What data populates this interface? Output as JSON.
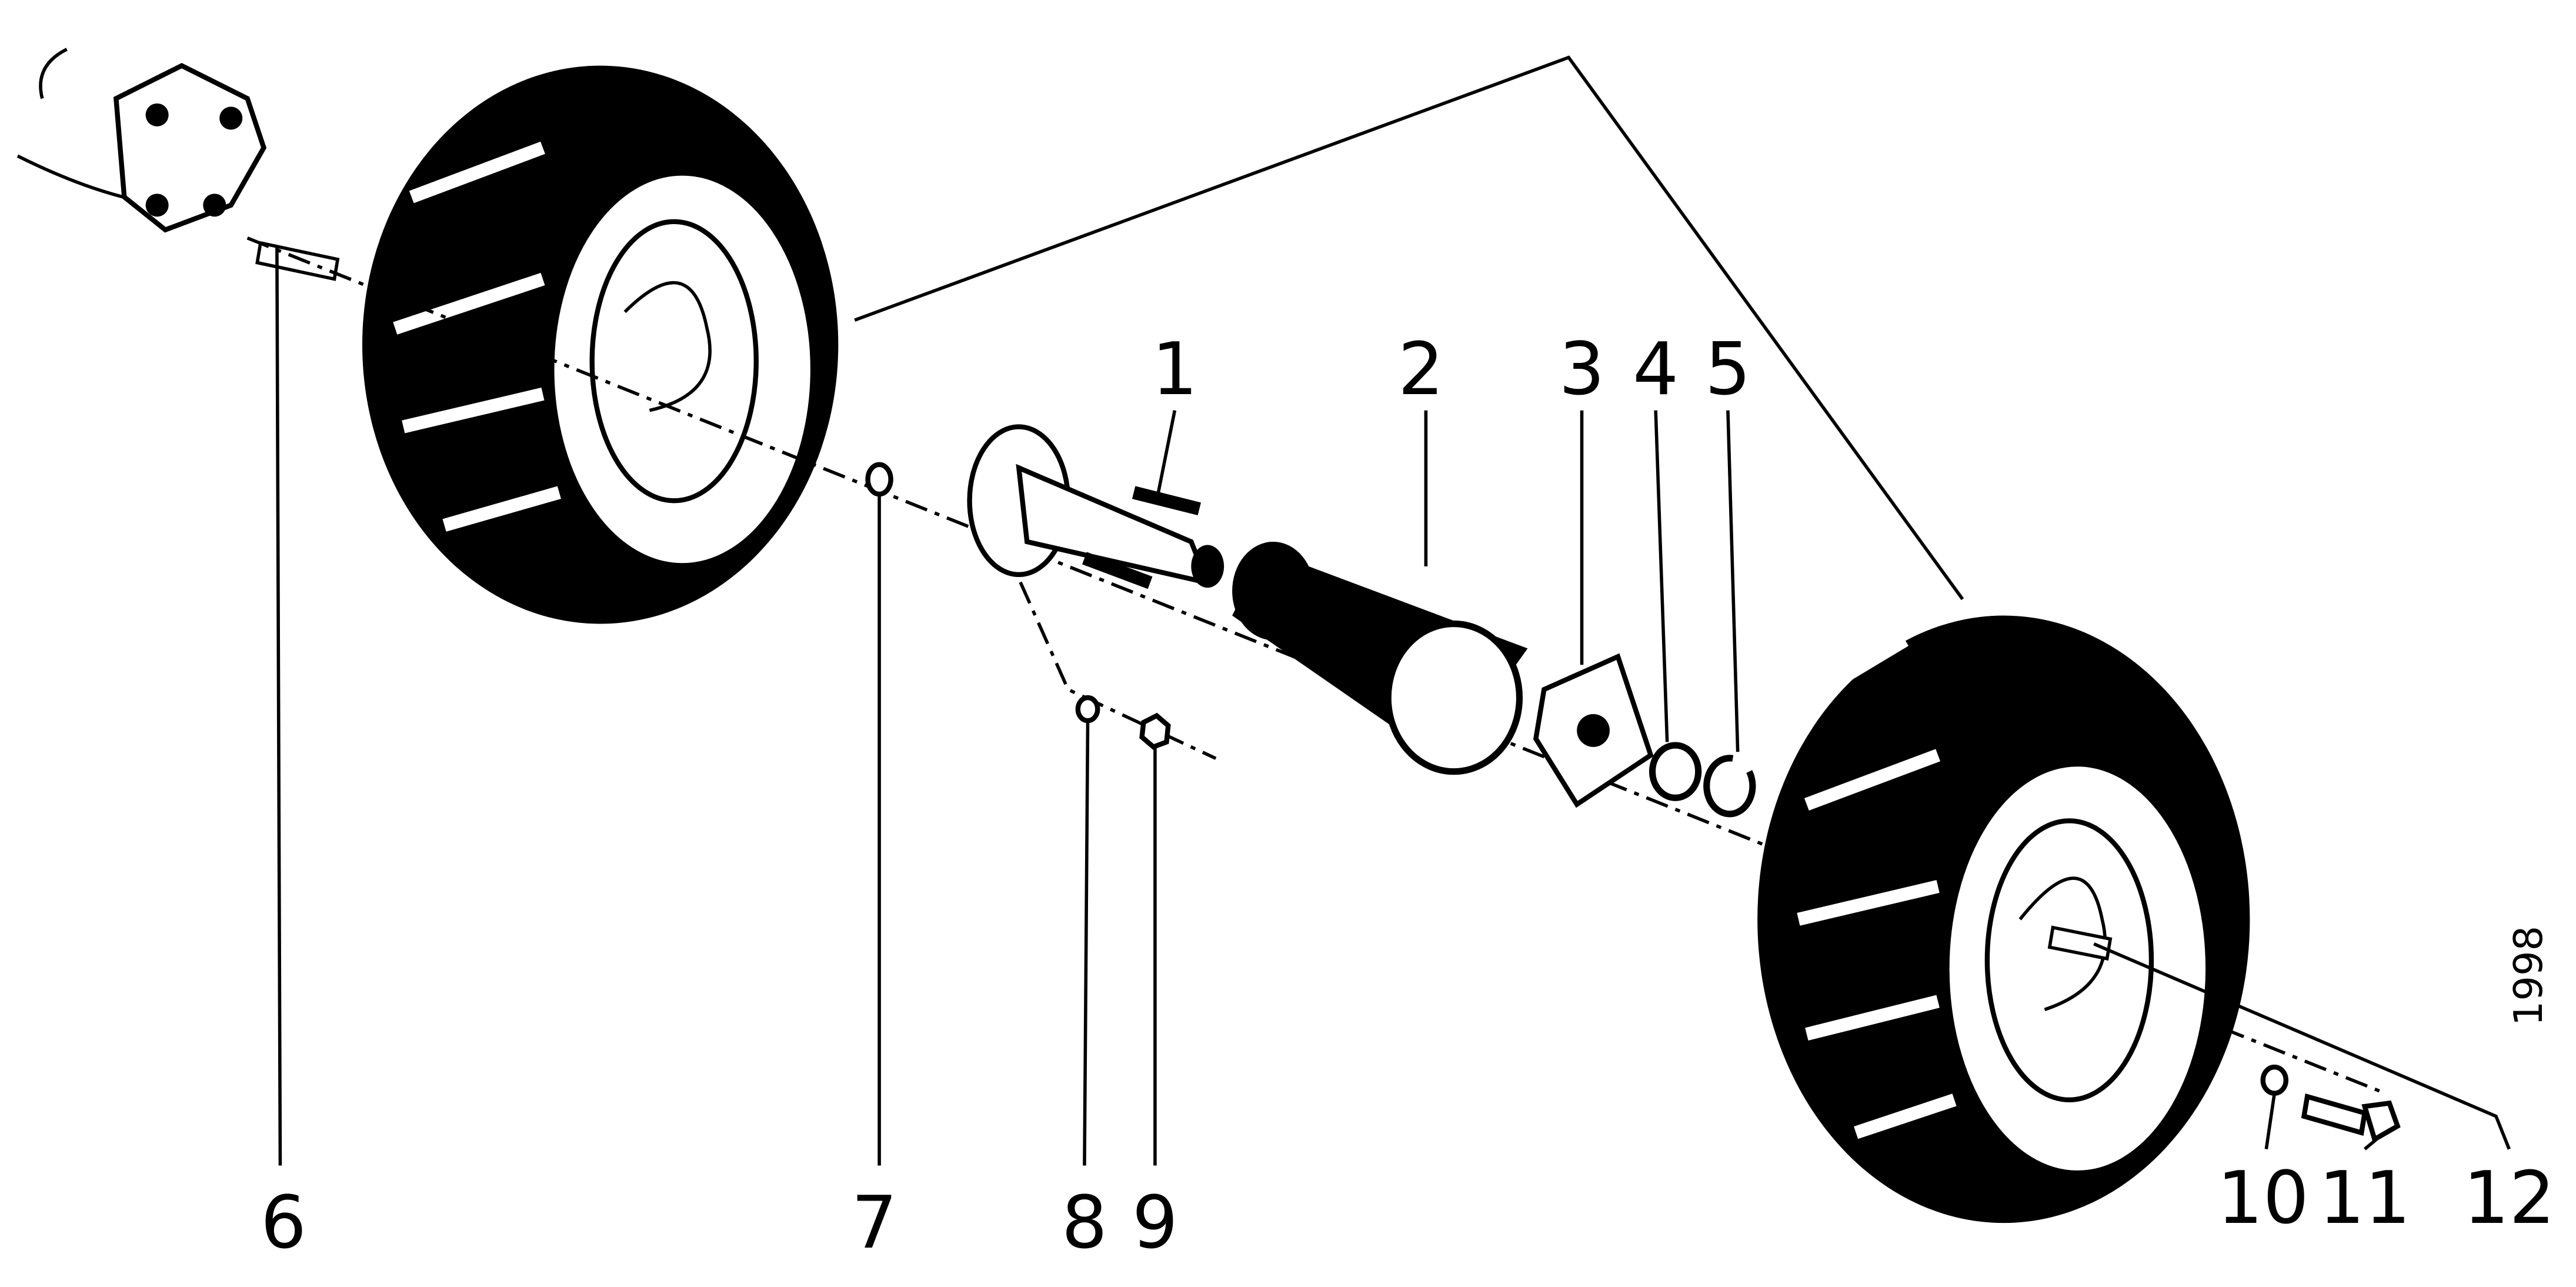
{
  "diagram": {
    "type": "exploded parts drawing",
    "year": "1998",
    "part_labels": [
      "1",
      "2",
      "3",
      "4",
      "5",
      "6",
      "7",
      "8",
      "9",
      "10",
      "11",
      "12"
    ],
    "colors": {
      "ink": "#000000",
      "paper": "#ffffff"
    }
  }
}
